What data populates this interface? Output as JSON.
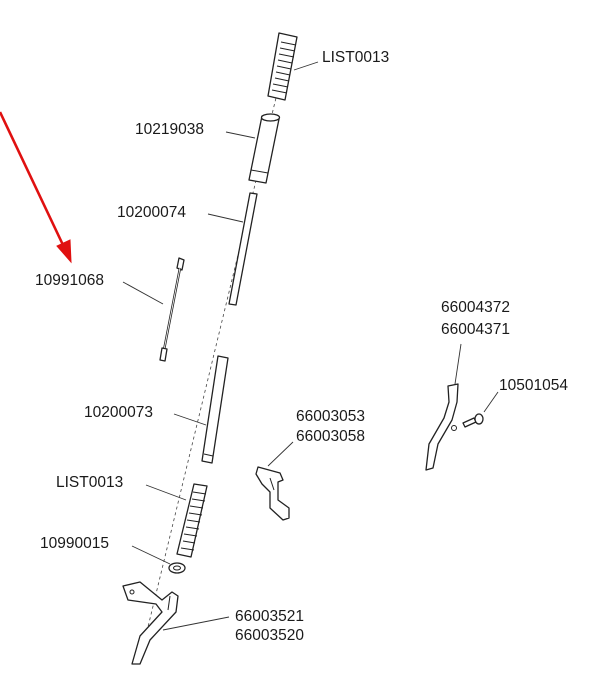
{
  "parts": {
    "list0013_top": "LIST0013",
    "p10219038": "10219038",
    "p10200074": "10200074",
    "p10991068": "10991068",
    "p10200073": "10200073",
    "list0013_bottom": "LIST0013",
    "p10990015": "10990015",
    "p66003521": "66003521",
    "p66003520": "66003520",
    "p66003053": "66003053",
    "p66003058": "66003058",
    "p66004372": "66004372",
    "p66004371": "66004371",
    "p10501054": "10501054"
  },
  "colors": {
    "line": "#222222",
    "highlight_arrow": "#e01010",
    "background": "#ffffff"
  }
}
